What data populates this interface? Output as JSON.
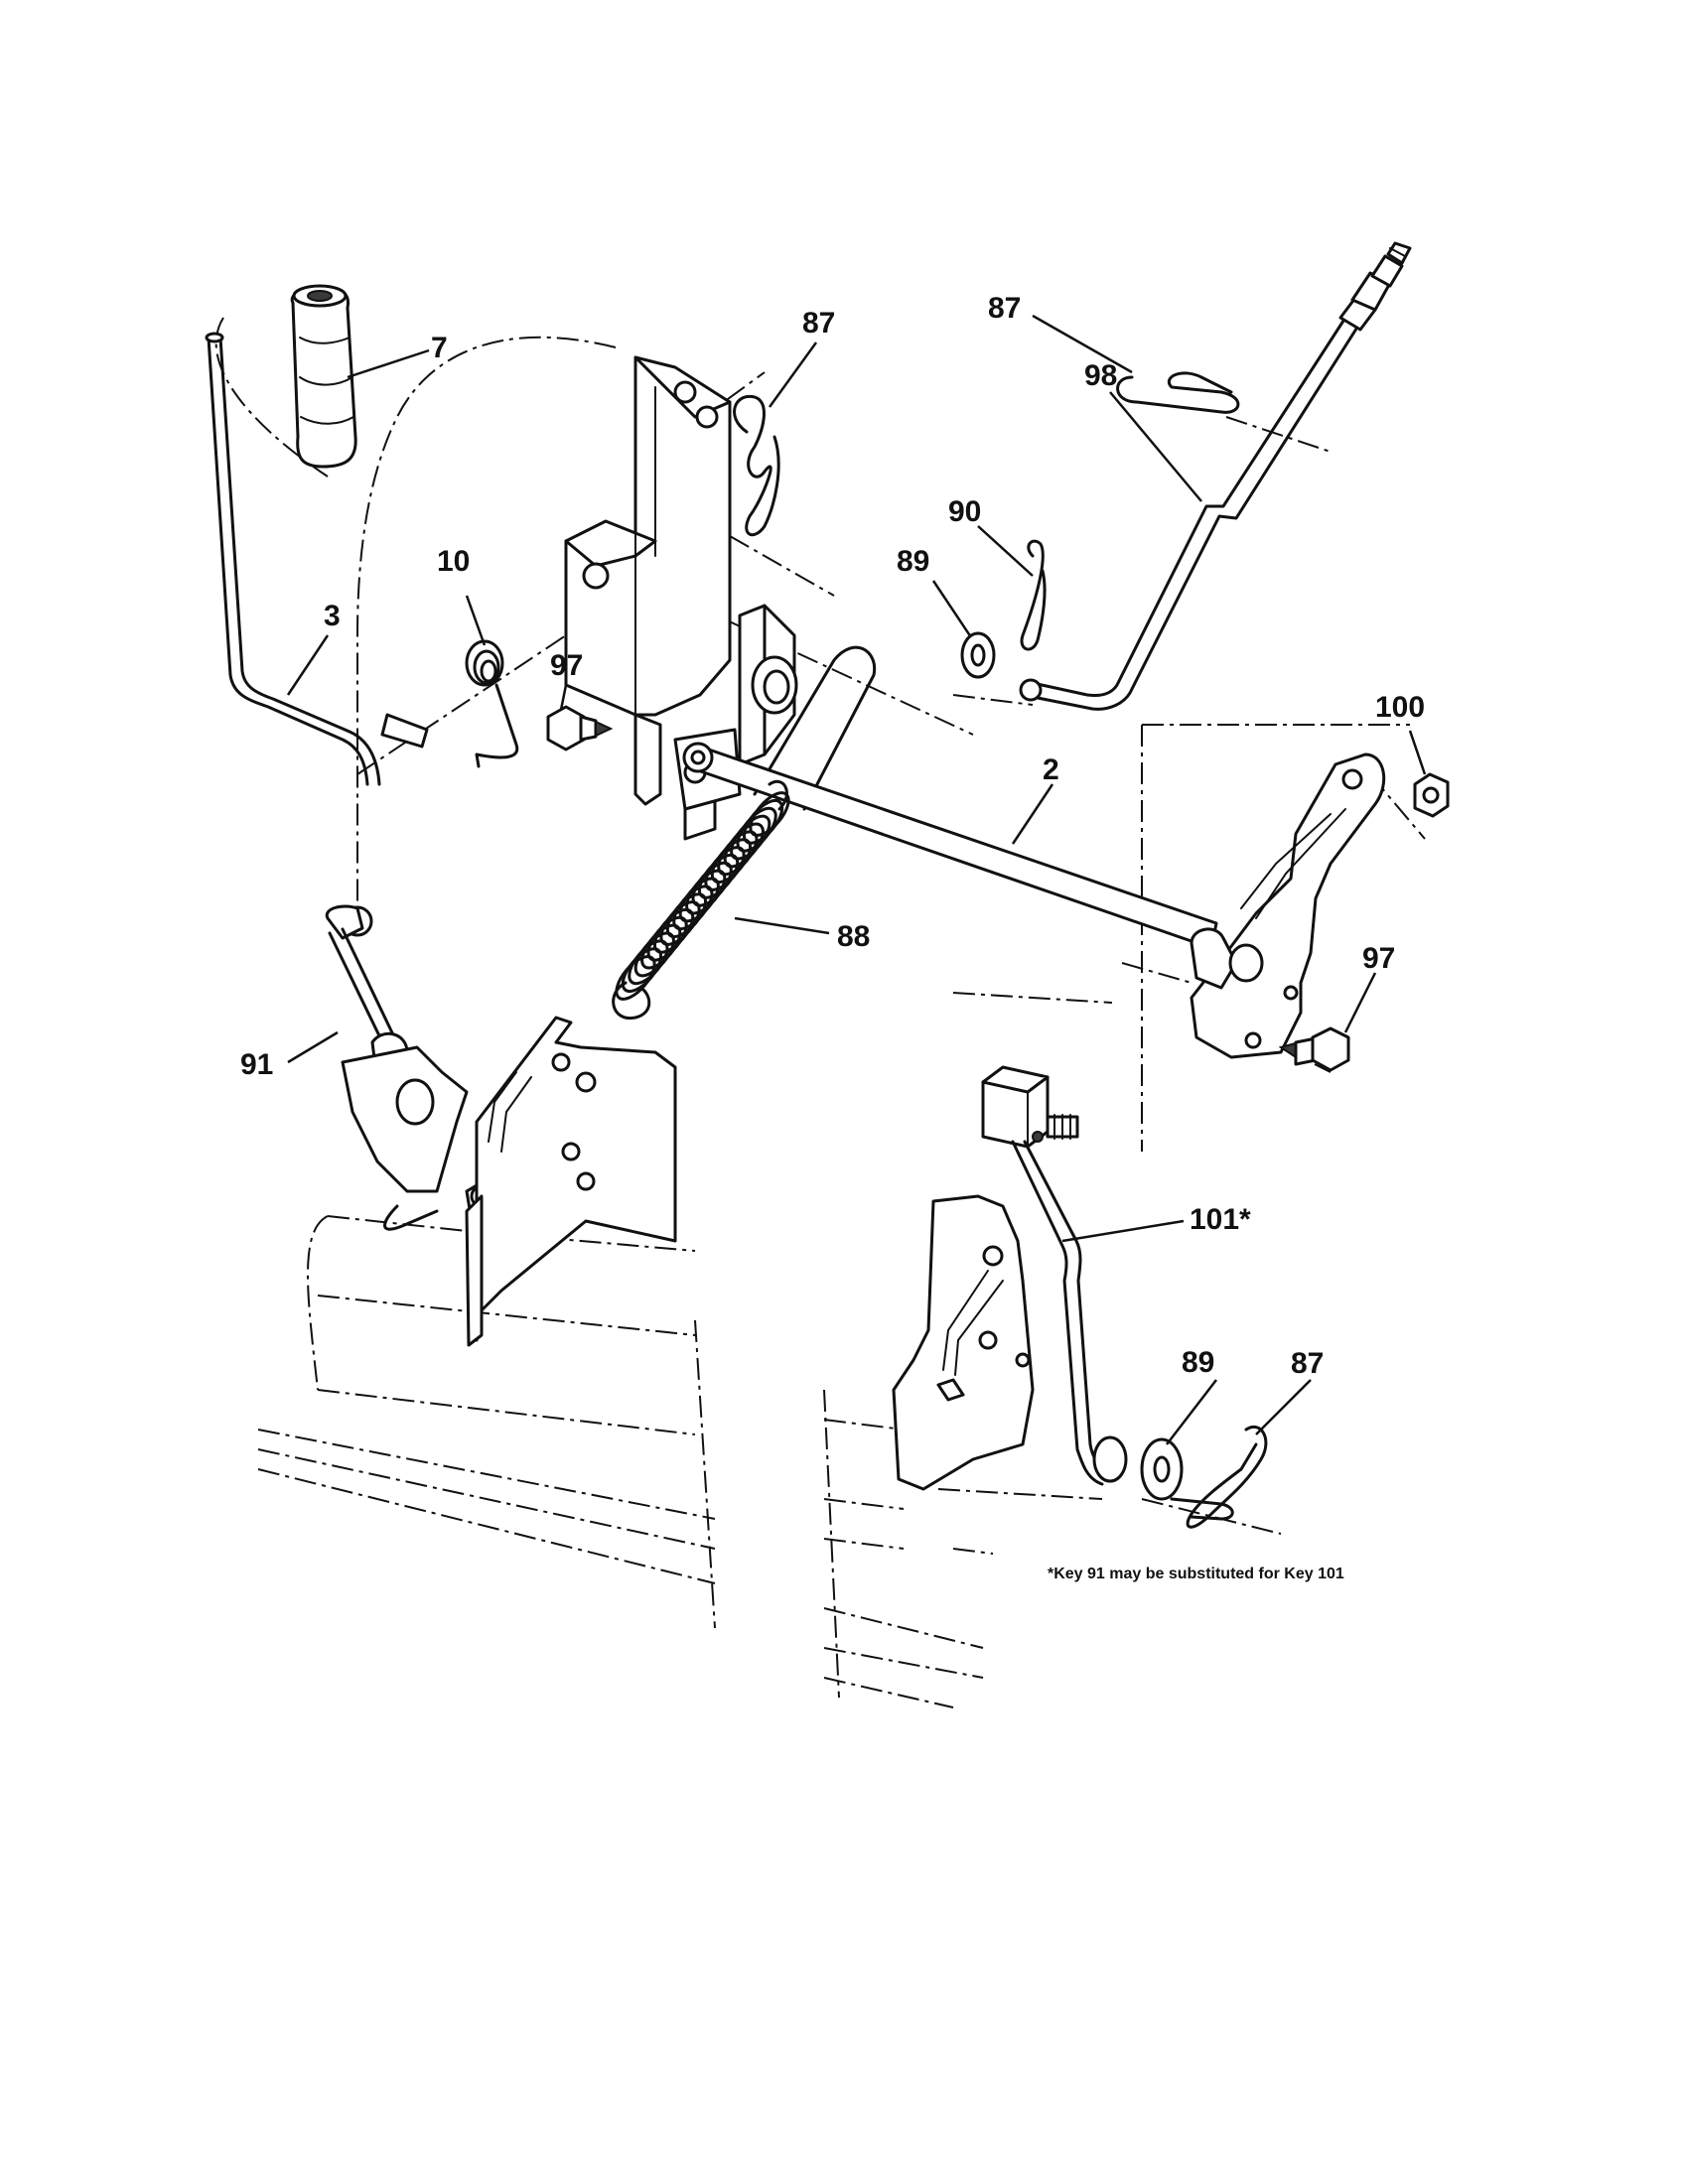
{
  "callouts": {
    "c7": "7",
    "c3": "3",
    "c10": "10",
    "c87_clip_upper": "87",
    "c87_clip_right": "87",
    "c87_clip_lower": "87",
    "c90": "90",
    "c89_upper": "89",
    "c89_lower": "89",
    "c98": "98",
    "c97_left": "97",
    "c97_right": "97",
    "c100": "100",
    "c2": "2",
    "c88": "88",
    "c91": "91",
    "c101": "101*"
  },
  "footnote": "*Key 91 may be substituted for Key 101"
}
